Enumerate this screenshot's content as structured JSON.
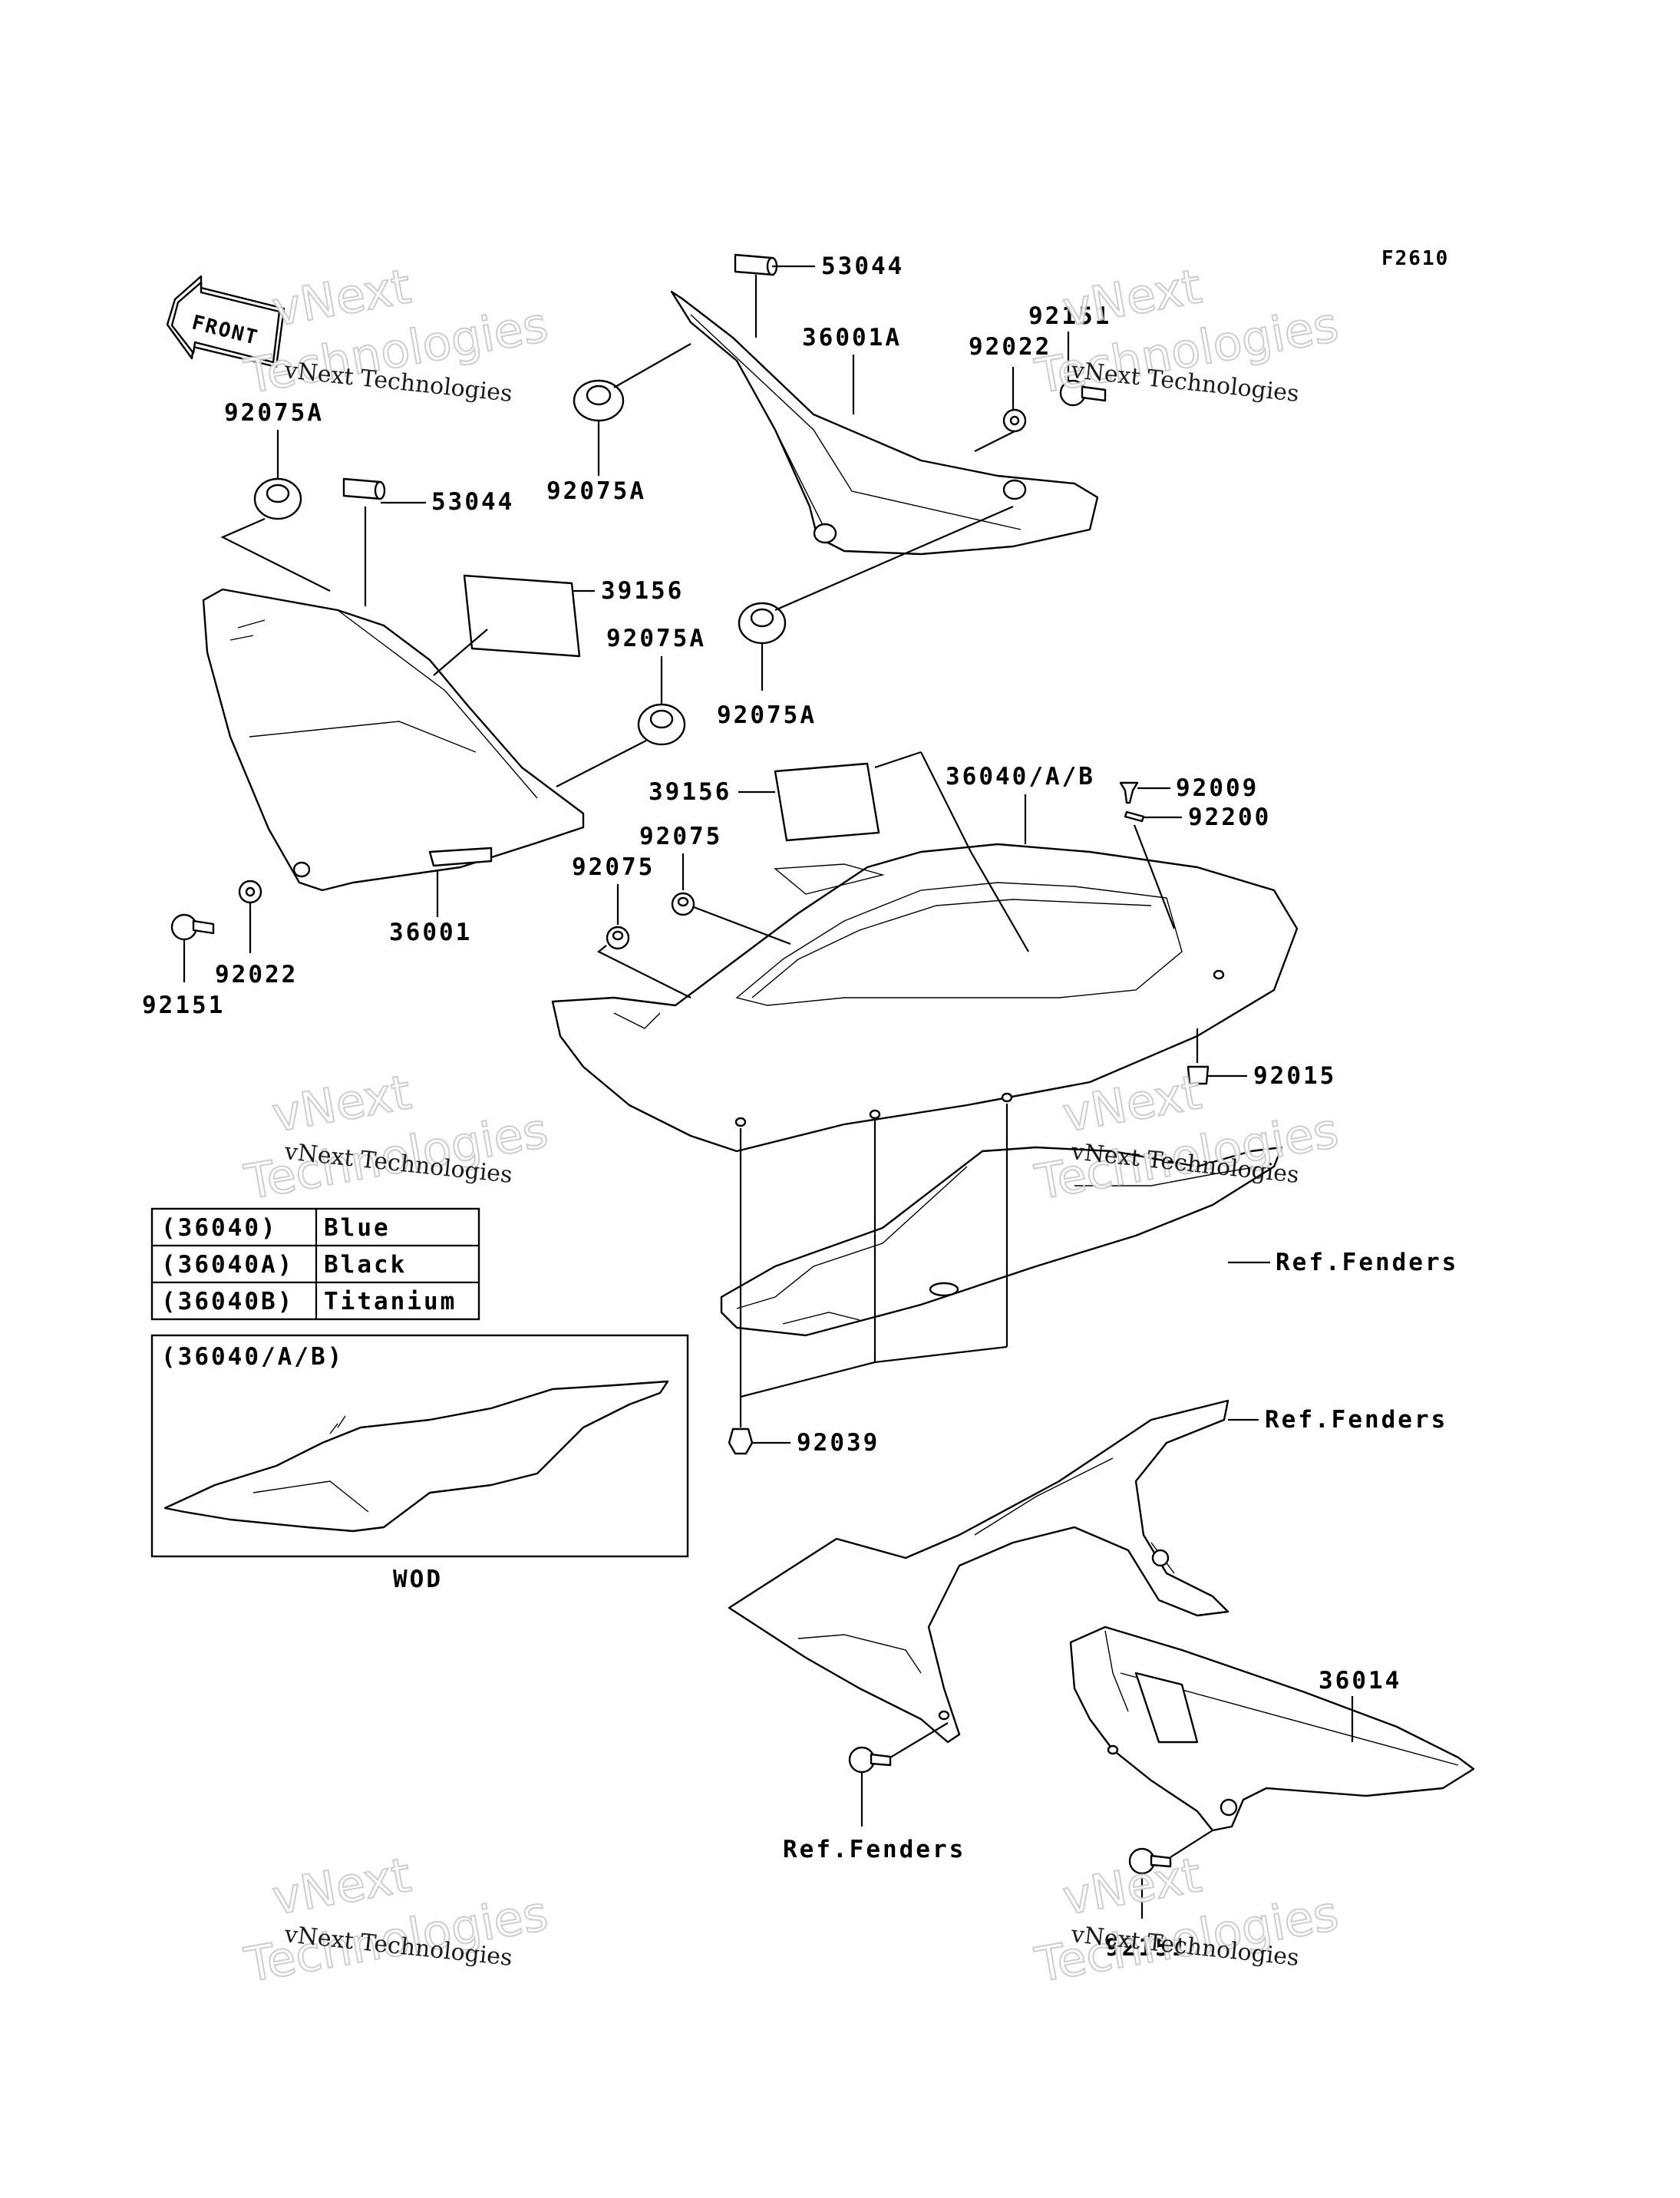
{
  "figure_code": "F2610",
  "front_arrow": "FRONT",
  "watermark": {
    "line1": "vNext Technologies",
    "line2_a": "vNext",
    "line2_b": "Technologies"
  },
  "parts": {
    "p53044_top": "53044",
    "p36001A": "36001A",
    "p92022_top": "92022",
    "p92151_top": "92151",
    "p92075A_a": "92075A",
    "p92075A_b": "92075A",
    "p53044_left": "53044",
    "p39156_a": "39156",
    "p92075A_c": "92075A",
    "p92075A_d": "92075A",
    "p36040": "36040/A/B",
    "p92009": "92009",
    "p92200": "92200",
    "p39156_b": "39156",
    "p92075_a": "92075",
    "p92075_b": "92075",
    "p36001": "36001",
    "p92022_left": "92022",
    "p92151_left": "92151",
    "p92015": "92015",
    "ref_fenders_a": "Ref.Fenders",
    "ref_fenders_b": "Ref.Fenders",
    "ref_fenders_c": "Ref.Fenders",
    "p92039": "92039",
    "p36014": "36014",
    "p92151_bottom": "92151"
  },
  "color_table": {
    "rows": [
      {
        "code": "(36040)",
        "color": "Blue"
      },
      {
        "code": "(36040A)",
        "color": "Black"
      },
      {
        "code": "(36040B)",
        "color": "Titanium"
      }
    ]
  },
  "inset": {
    "title": "(36040/A/B)",
    "caption": "WOD"
  }
}
